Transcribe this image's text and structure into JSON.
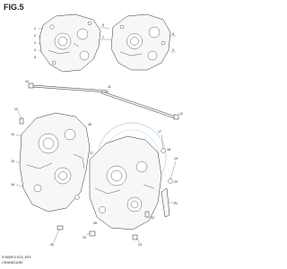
{
  "figure": {
    "title": "FIG.5",
    "model_code": "SV650K3 E02_E03",
    "caption": "CRANKCASE"
  },
  "callouts": [
    "1",
    "2",
    "3",
    "4",
    "5",
    "6",
    "7",
    "8",
    "9",
    "10",
    "11",
    "12",
    "13",
    "14",
    "15",
    "16",
    "17",
    "18",
    "19",
    "20",
    "21",
    "22",
    "23",
    "24",
    "25",
    "26",
    "27",
    "28"
  ],
  "colors": {
    "line": "#1a1a1a",
    "fill": "#f7f7f7",
    "watermark": "#9fc6e6"
  }
}
